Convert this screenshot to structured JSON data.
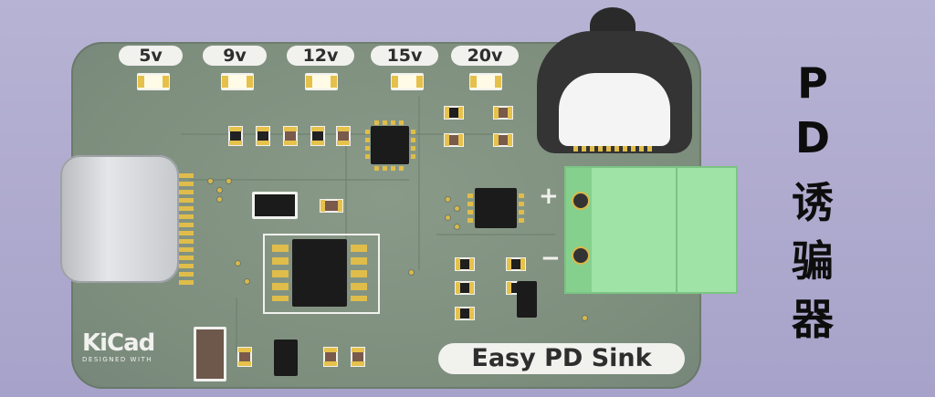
{
  "board": {
    "voltage_labels": [
      "5v",
      "9v",
      "12v",
      "15v",
      "20v"
    ],
    "title_label": "Easy PD Sink",
    "polarity_plus": "+",
    "polarity_minus": "−",
    "logo_text": "KiCad",
    "logo_subtext": "DESIGNED WITH"
  },
  "side_title": [
    "P",
    "D",
    "诱",
    "骗",
    "器"
  ],
  "colors": {
    "background": "#b0acd0",
    "board": "#849584",
    "silkscreen": "#f1f1ee",
    "pads": "#e0bd4a",
    "terminal_block": "#9fe3a6"
  }
}
